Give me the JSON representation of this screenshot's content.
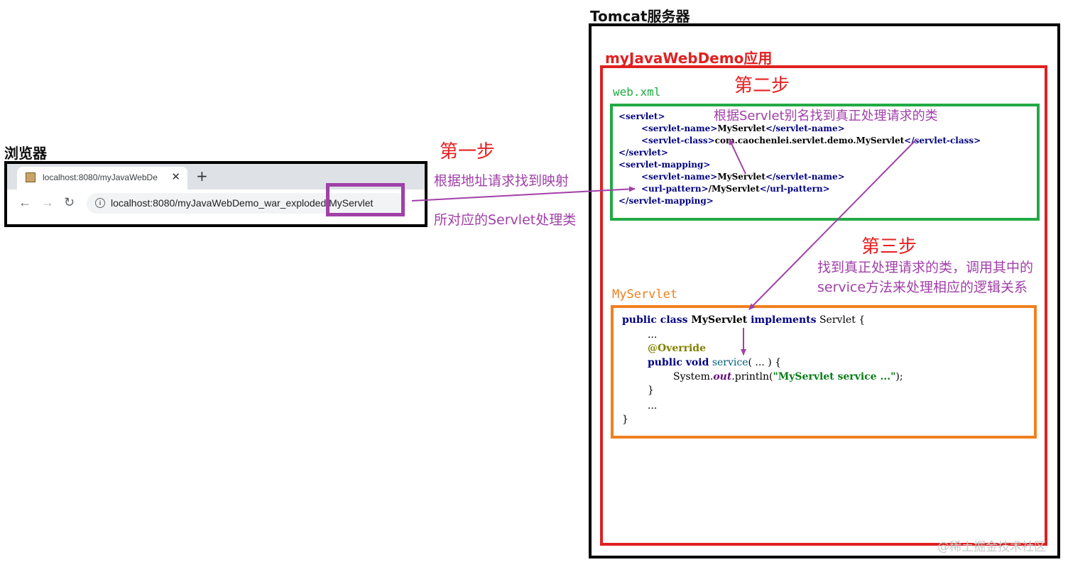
{
  "titles": {
    "browser": "浏览器",
    "tomcat": "Tomcat服务器",
    "app": "myJavaWebDemo应用",
    "webxml": "web.xml",
    "myservlet": "MyServlet"
  },
  "browser": {
    "tab_title": "localhost:8080/myJavaWebDe",
    "tab_close": "✕",
    "new_tab": "+",
    "back": "←",
    "forward": "→",
    "reload": "↻",
    "url": "localhost:8080/myJavaWebDemo_war_exploded/MyServlet"
  },
  "steps": {
    "step1": "第一步",
    "step1_note_line1": "根据地址请求找到映射",
    "step1_note_line2": "所对应的Servlet处理类",
    "step2": "第二步",
    "step2_note": "根据Servlet别名找到真正处理请求的类",
    "step3": "第三步",
    "step3_note_line1": "找到真正处理请求的类，调用其中的",
    "step3_note_line2": "service方法来处理相应的逻辑关系"
  },
  "webxml_code": {
    "l1": "<servlet>",
    "l2a": "<servlet-name>",
    "l2b": "MyServlet",
    "l2c": "</servlet-name>",
    "l3a": "<servlet-class>",
    "l3b": "com.caochenlei.servlet.demo.MyServlet",
    "l3c": "</servlet-class>",
    "l4": "</servlet>",
    "l5": "<servlet-mapping>",
    "l6a": "<servlet-name>",
    "l6b": "MyServlet",
    "l6c": "</servlet-name>",
    "l7a": "<url-pattern>",
    "l7b": "/MyServlet",
    "l7c": "</url-pattern>",
    "l8": "</servlet-mapping>"
  },
  "servlet_code": {
    "l1_kw": "public class",
    "l1_name": " MyServlet ",
    "l1_kw2": "implements",
    "l1_rest": " Servlet {",
    "l2": "...",
    "l3": "@Override",
    "l4_kw": "public void",
    "l4_m": " service",
    "l4_rest": "( ... ) {",
    "l5a": "System.",
    "l5b": "out",
    "l5c": ".println(",
    "l5d": "\"MyServlet service ...\"",
    "l5e": ");",
    "l6": "}",
    "l7": "...",
    "l8": "}"
  },
  "watermark": "@稀土掘金技术社区",
  "colors": {
    "purple": "#a040a8",
    "red": "#e02020",
    "green": "#22aa44",
    "orange": "#f08020",
    "black": "#000000"
  }
}
